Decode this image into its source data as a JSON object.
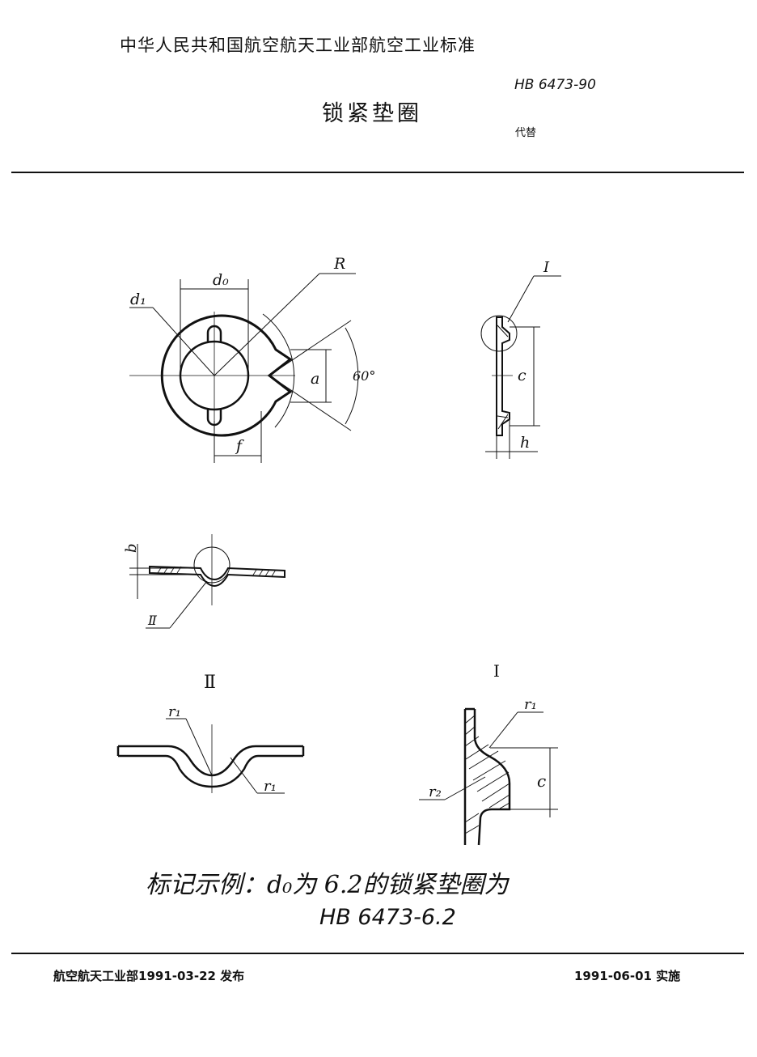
{
  "header": {
    "authority": "中华人民共和国航空航天工业部航空工业标准",
    "title": "锁紧垫圈",
    "standard_number": "HB 6473-90",
    "supersedes": "代替"
  },
  "drawing": {
    "labels": {
      "d0": "d₀",
      "d1": "d₁",
      "R": "R",
      "a": "a",
      "angle": "60°",
      "f": "f",
      "c": "c",
      "h": "h",
      "b": "b",
      "detail_I": "I",
      "detail_II": "Ⅱ",
      "r1": "r₁",
      "r2": "r₂"
    }
  },
  "marking": {
    "example": "标记示例：d₀为 6.2的锁紧垫圈为",
    "code": "HB 6473-6.2"
  },
  "footer": {
    "issued": "航空航天工业部1991-03-22 发布",
    "effective": "1991-06-01 实施"
  }
}
